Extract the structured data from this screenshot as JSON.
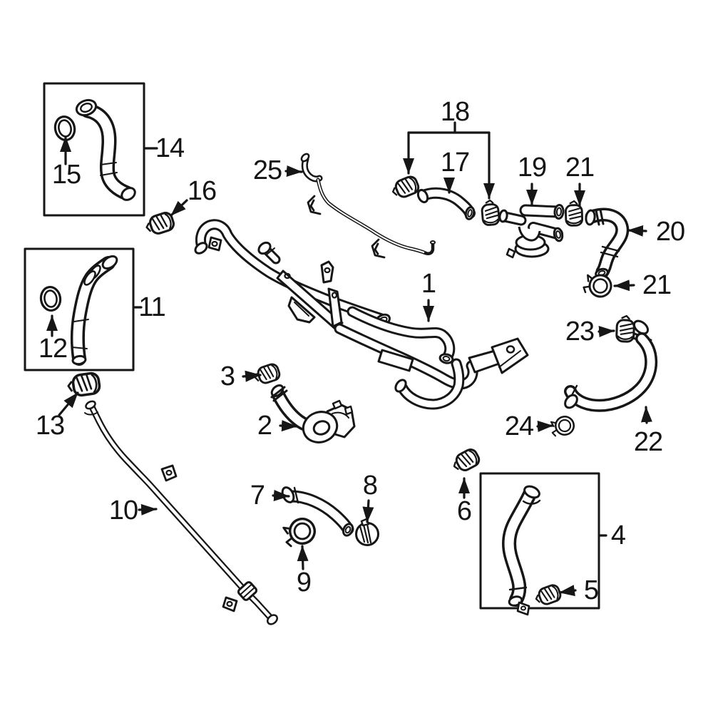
{
  "diagram": {
    "type": "exploded-parts-diagram",
    "subject": "engine coolant hoses and clamps",
    "colors": {
      "line": "#161616",
      "background": "#ffffff",
      "label_text": "#141414"
    },
    "callouts": [
      {
        "id": "1",
        "label": "1"
      },
      {
        "id": "2",
        "label": "2"
      },
      {
        "id": "3",
        "label": "3"
      },
      {
        "id": "4",
        "label": "4"
      },
      {
        "id": "5",
        "label": "5"
      },
      {
        "id": "6",
        "label": "6"
      },
      {
        "id": "7",
        "label": "7"
      },
      {
        "id": "8",
        "label": "8"
      },
      {
        "id": "9",
        "label": "9"
      },
      {
        "id": "10",
        "label": "10"
      },
      {
        "id": "11",
        "label": "11"
      },
      {
        "id": "12",
        "label": "12"
      },
      {
        "id": "13",
        "label": "13"
      },
      {
        "id": "14",
        "label": "14"
      },
      {
        "id": "15",
        "label": "15"
      },
      {
        "id": "16",
        "label": "16"
      },
      {
        "id": "17",
        "label": "17"
      },
      {
        "id": "18",
        "label": "18"
      },
      {
        "id": "19",
        "label": "19"
      },
      {
        "id": "20",
        "label": "20"
      },
      {
        "id": "21a",
        "label": "21"
      },
      {
        "id": "21b",
        "label": "21"
      },
      {
        "id": "22",
        "label": "22"
      },
      {
        "id": "23",
        "label": "23"
      },
      {
        "id": "24",
        "label": "24"
      },
      {
        "id": "25",
        "label": "25"
      }
    ]
  }
}
